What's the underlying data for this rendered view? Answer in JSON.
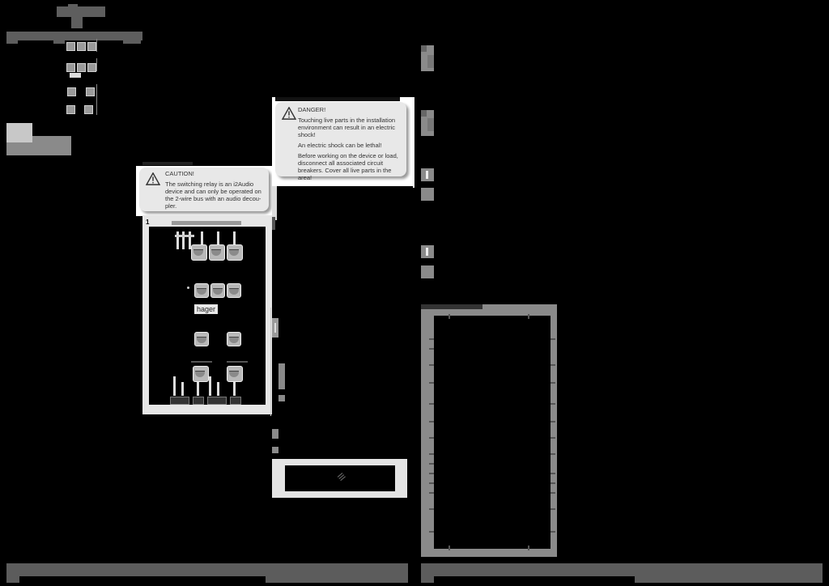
{
  "document": {
    "brand": "hager",
    "product": "Switching relay",
    "left_page": {
      "warnings": [
        {
          "type": "caution",
          "icon": "warning-triangle-icon",
          "title": "CAUTION!",
          "paragraphs": [
            "The switching relay is an i2Audio device and can only be operated on the 2-wire bus with an audio decou-pler."
          ]
        },
        {
          "type": "danger",
          "icon": "warning-triangle-icon",
          "title": "DANGER!",
          "paragraphs": [
            "Touching live parts in the installation environment can result in an electric shock!",
            "An electric shock can be lethal!",
            "Before working on the device or load, disconnect all associated circuit breakers. Cover all live parts in the area!"
          ]
        }
      ],
      "diagram": {
        "figure_number": "1",
        "brand_label": "hager"
      }
    },
    "right_page": {
      "info_markers": [
        "info-icon",
        "info-icon"
      ],
      "terminal_diagram": {}
    }
  }
}
